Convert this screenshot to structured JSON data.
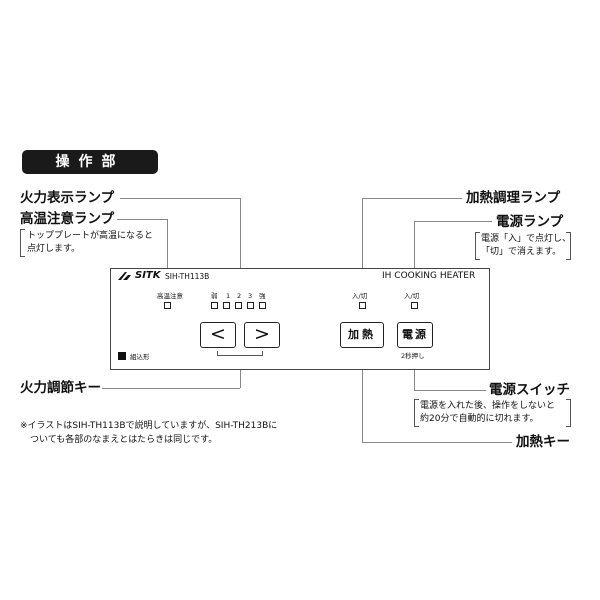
{
  "header": {
    "title": "操作部"
  },
  "labels": {
    "heat_display_lamp": "火力表示ランプ",
    "high_temp_lamp": "高温注意ランプ",
    "heating_adjust_lamp": "加熱調理ランプ",
    "power_lamp": "電源ランプ",
    "heat_adjust_key": "火力調節キー",
    "power_switch": "電源スイッチ",
    "heating_key": "加熱キー"
  },
  "notes": {
    "high_temp_line1": "トッププレートが高温になると",
    "high_temp_line2": "点灯します。",
    "power_lamp_line1": "電源「入」で点灯し、",
    "power_lamp_line2": "「切」で消えます。",
    "power_switch_line1": "電源を入れた後、操作をしないと",
    "power_switch_line2": "約20分で自動的に切れます。"
  },
  "panel": {
    "brand": "SITK",
    "model": "SIH-TH113B",
    "product": "IH COOKING HEATER",
    "high_temp_label": "高温注意",
    "level_labels": [
      "弱",
      "1",
      "2",
      "3",
      "強"
    ],
    "heat_onoff_label": "入/切",
    "power_onoff_label": "入/切",
    "left_key": "<",
    "right_key": ">",
    "heat_key_label": "加熱",
    "power_key_label": "電源",
    "power_hold_label": "2秒押し",
    "builtin_label": "組込形"
  },
  "footnote": {
    "line1": "※イラストはSIH-TH113Bで説明していますが、SIH-TH213Bに",
    "line2": "ついても各部のなまえとはたらきは同じです。"
  }
}
